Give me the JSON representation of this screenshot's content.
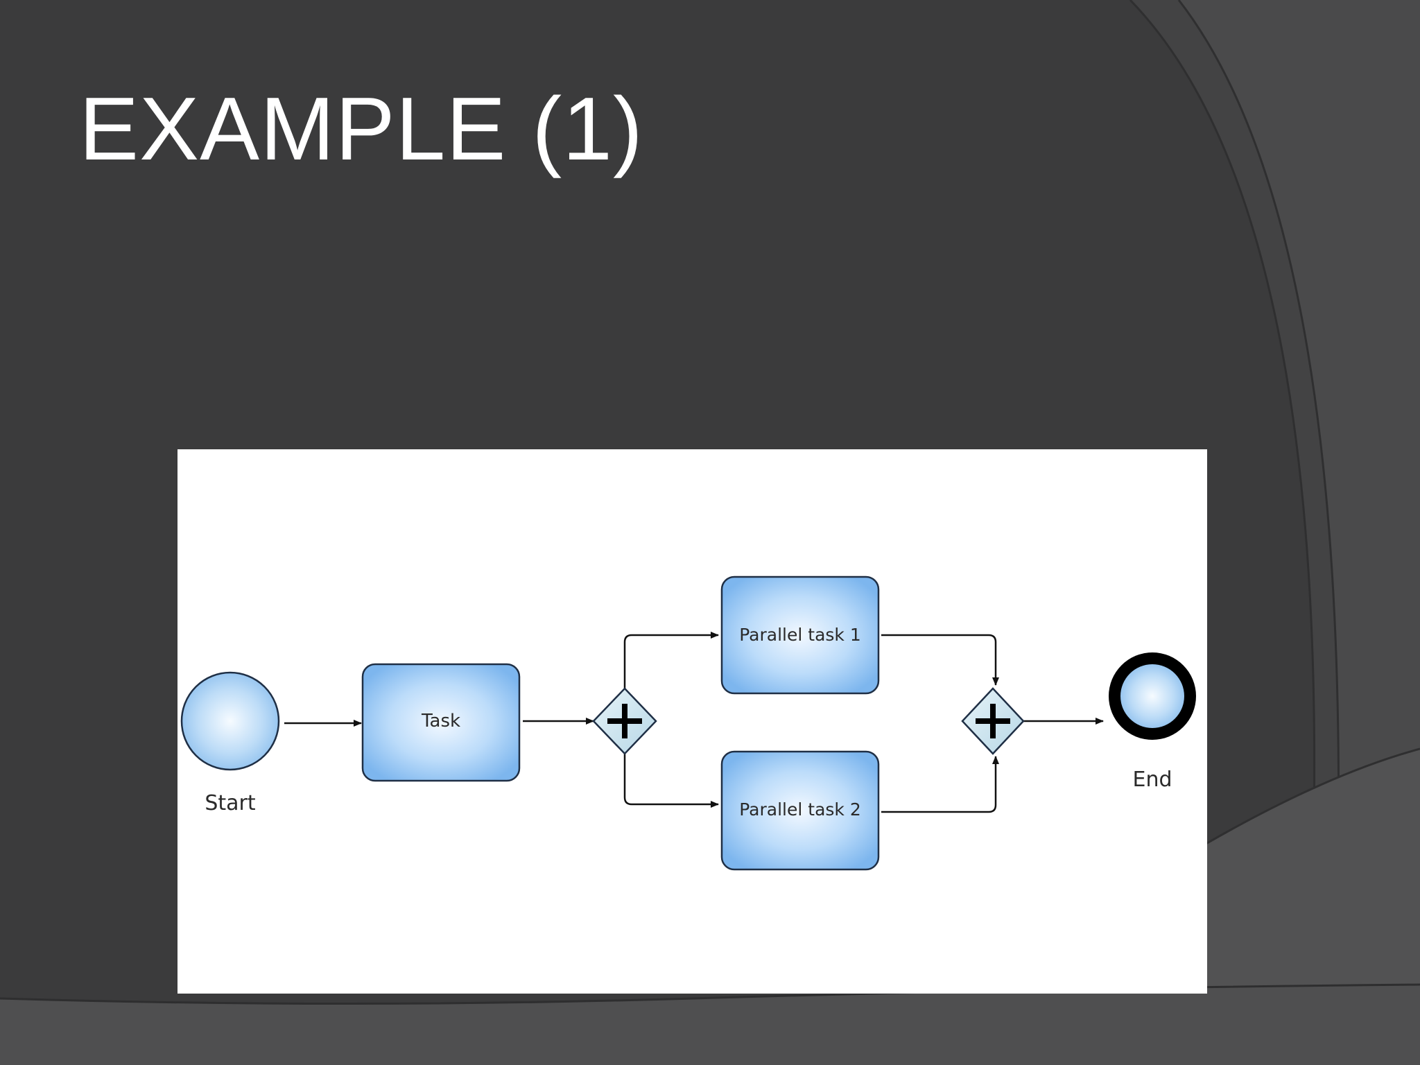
{
  "slide": {
    "title": "EXAMPLE (1)",
    "background_color": "#3b3b3c",
    "arc_color": "#474748"
  },
  "diagram": {
    "type": "BPMN process",
    "nodes": {
      "start": {
        "kind": "start-event",
        "label": "Start"
      },
      "task": {
        "kind": "task",
        "label": "Task"
      },
      "split_gateway": {
        "kind": "parallel-gateway",
        "label": ""
      },
      "parallel_task_1": {
        "kind": "task",
        "label": "Parallel task 1"
      },
      "parallel_task_2": {
        "kind": "task",
        "label": "Parallel task 2"
      },
      "join_gateway": {
        "kind": "parallel-gateway",
        "label": ""
      },
      "end": {
        "kind": "end-event",
        "label": "End"
      }
    },
    "edges": [
      {
        "from": "start",
        "to": "task"
      },
      {
        "from": "task",
        "to": "split_gateway"
      },
      {
        "from": "split_gateway",
        "to": "parallel_task_1"
      },
      {
        "from": "split_gateway",
        "to": "parallel_task_2"
      },
      {
        "from": "parallel_task_1",
        "to": "join_gateway"
      },
      {
        "from": "parallel_task_2",
        "to": "join_gateway"
      },
      {
        "from": "join_gateway",
        "to": "end"
      }
    ],
    "colors": {
      "node_fill_center": "#eaf4ff",
      "node_fill_edge": "#7ab4ee",
      "node_stroke": "#1f2f45",
      "gateway_fill": "#cfe6f0",
      "end_ring": "#000000",
      "edge": "#111111"
    }
  }
}
